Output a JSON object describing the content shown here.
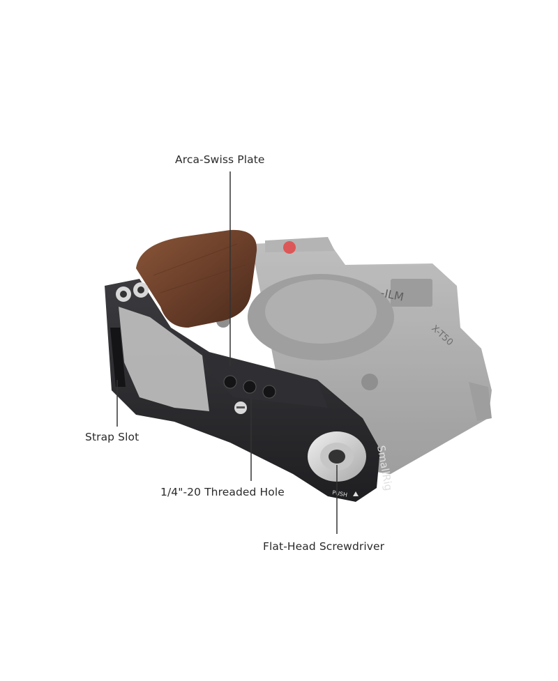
{
  "callouts": {
    "arca_swiss_plate": "Arca-Swiss Plate",
    "strap_slot": "Strap Slot",
    "threaded_hole": "1/4\"-20 Threaded Hole",
    "flat_head_screwdriver": "Flat-Head Screwdriver"
  },
  "product_markings": {
    "brand": "SmallRig",
    "push": "PUSH",
    "camera_model": "X-T50",
    "camera_brand_partial": "-ILM"
  },
  "icons": {
    "arrow": "up-triangle-icon"
  },
  "colors": {
    "background": "#ffffff",
    "label_text": "#2a2a2a",
    "leader_line": "#333333",
    "cage_metal": "#2b2b2e",
    "walnut_grip": "#6b3f2a",
    "camera_ghost": "#9a9a9a",
    "dial_red": "#d63a3a"
  }
}
